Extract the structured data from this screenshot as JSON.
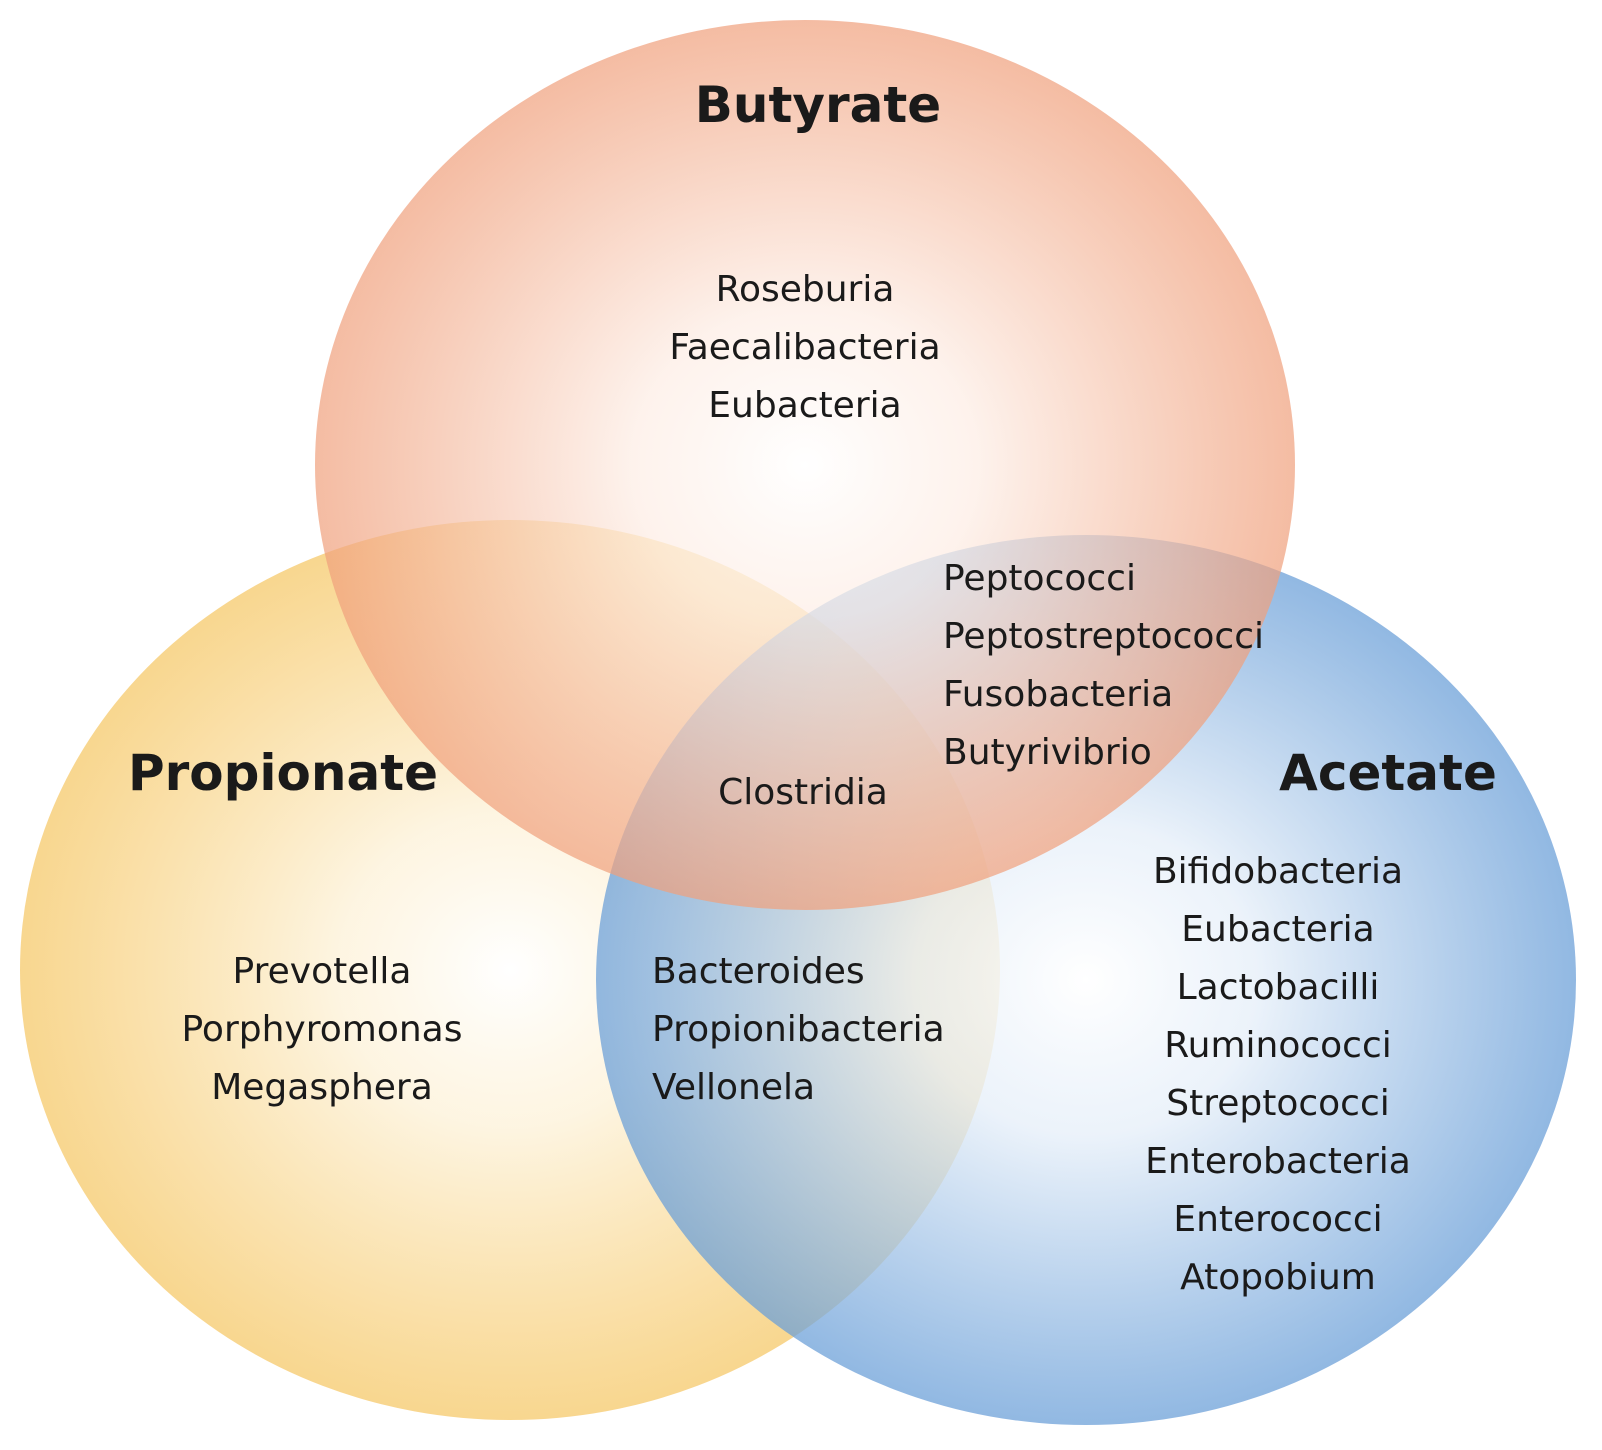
{
  "sets": [
    {
      "id": "butyrate",
      "title": "Butyrate",
      "color": "#f0a07c"
    },
    {
      "id": "propionate",
      "title": "Propionate",
      "color": "#f6c96a"
    },
    {
      "id": "acetate",
      "title": "Acetate",
      "color": "#6a9fd8"
    }
  ],
  "regions": {
    "butyrate_only": [
      "Roseburia",
      "Faecalibacteria",
      "Eubacteria"
    ],
    "butyrate_acetate": [
      "Peptococci",
      "Peptostreptococci",
      "Fusobacteria",
      "Butyrivibrio"
    ],
    "all_three": [
      "Clostridia"
    ],
    "propionate_only": [
      "Prevotella",
      "Porphyromonas",
      "Megasphera"
    ],
    "propionate_acetate": [
      "Bacteroides",
      "Propionibacteria",
      "Vellonela"
    ],
    "acetate_only": [
      "Bifidobacteria",
      "Eubacteria",
      "Lactobacilli",
      "Ruminococci",
      "Streptococci",
      "Enterobacteria",
      "Enterococci",
      "Atopobium"
    ]
  }
}
